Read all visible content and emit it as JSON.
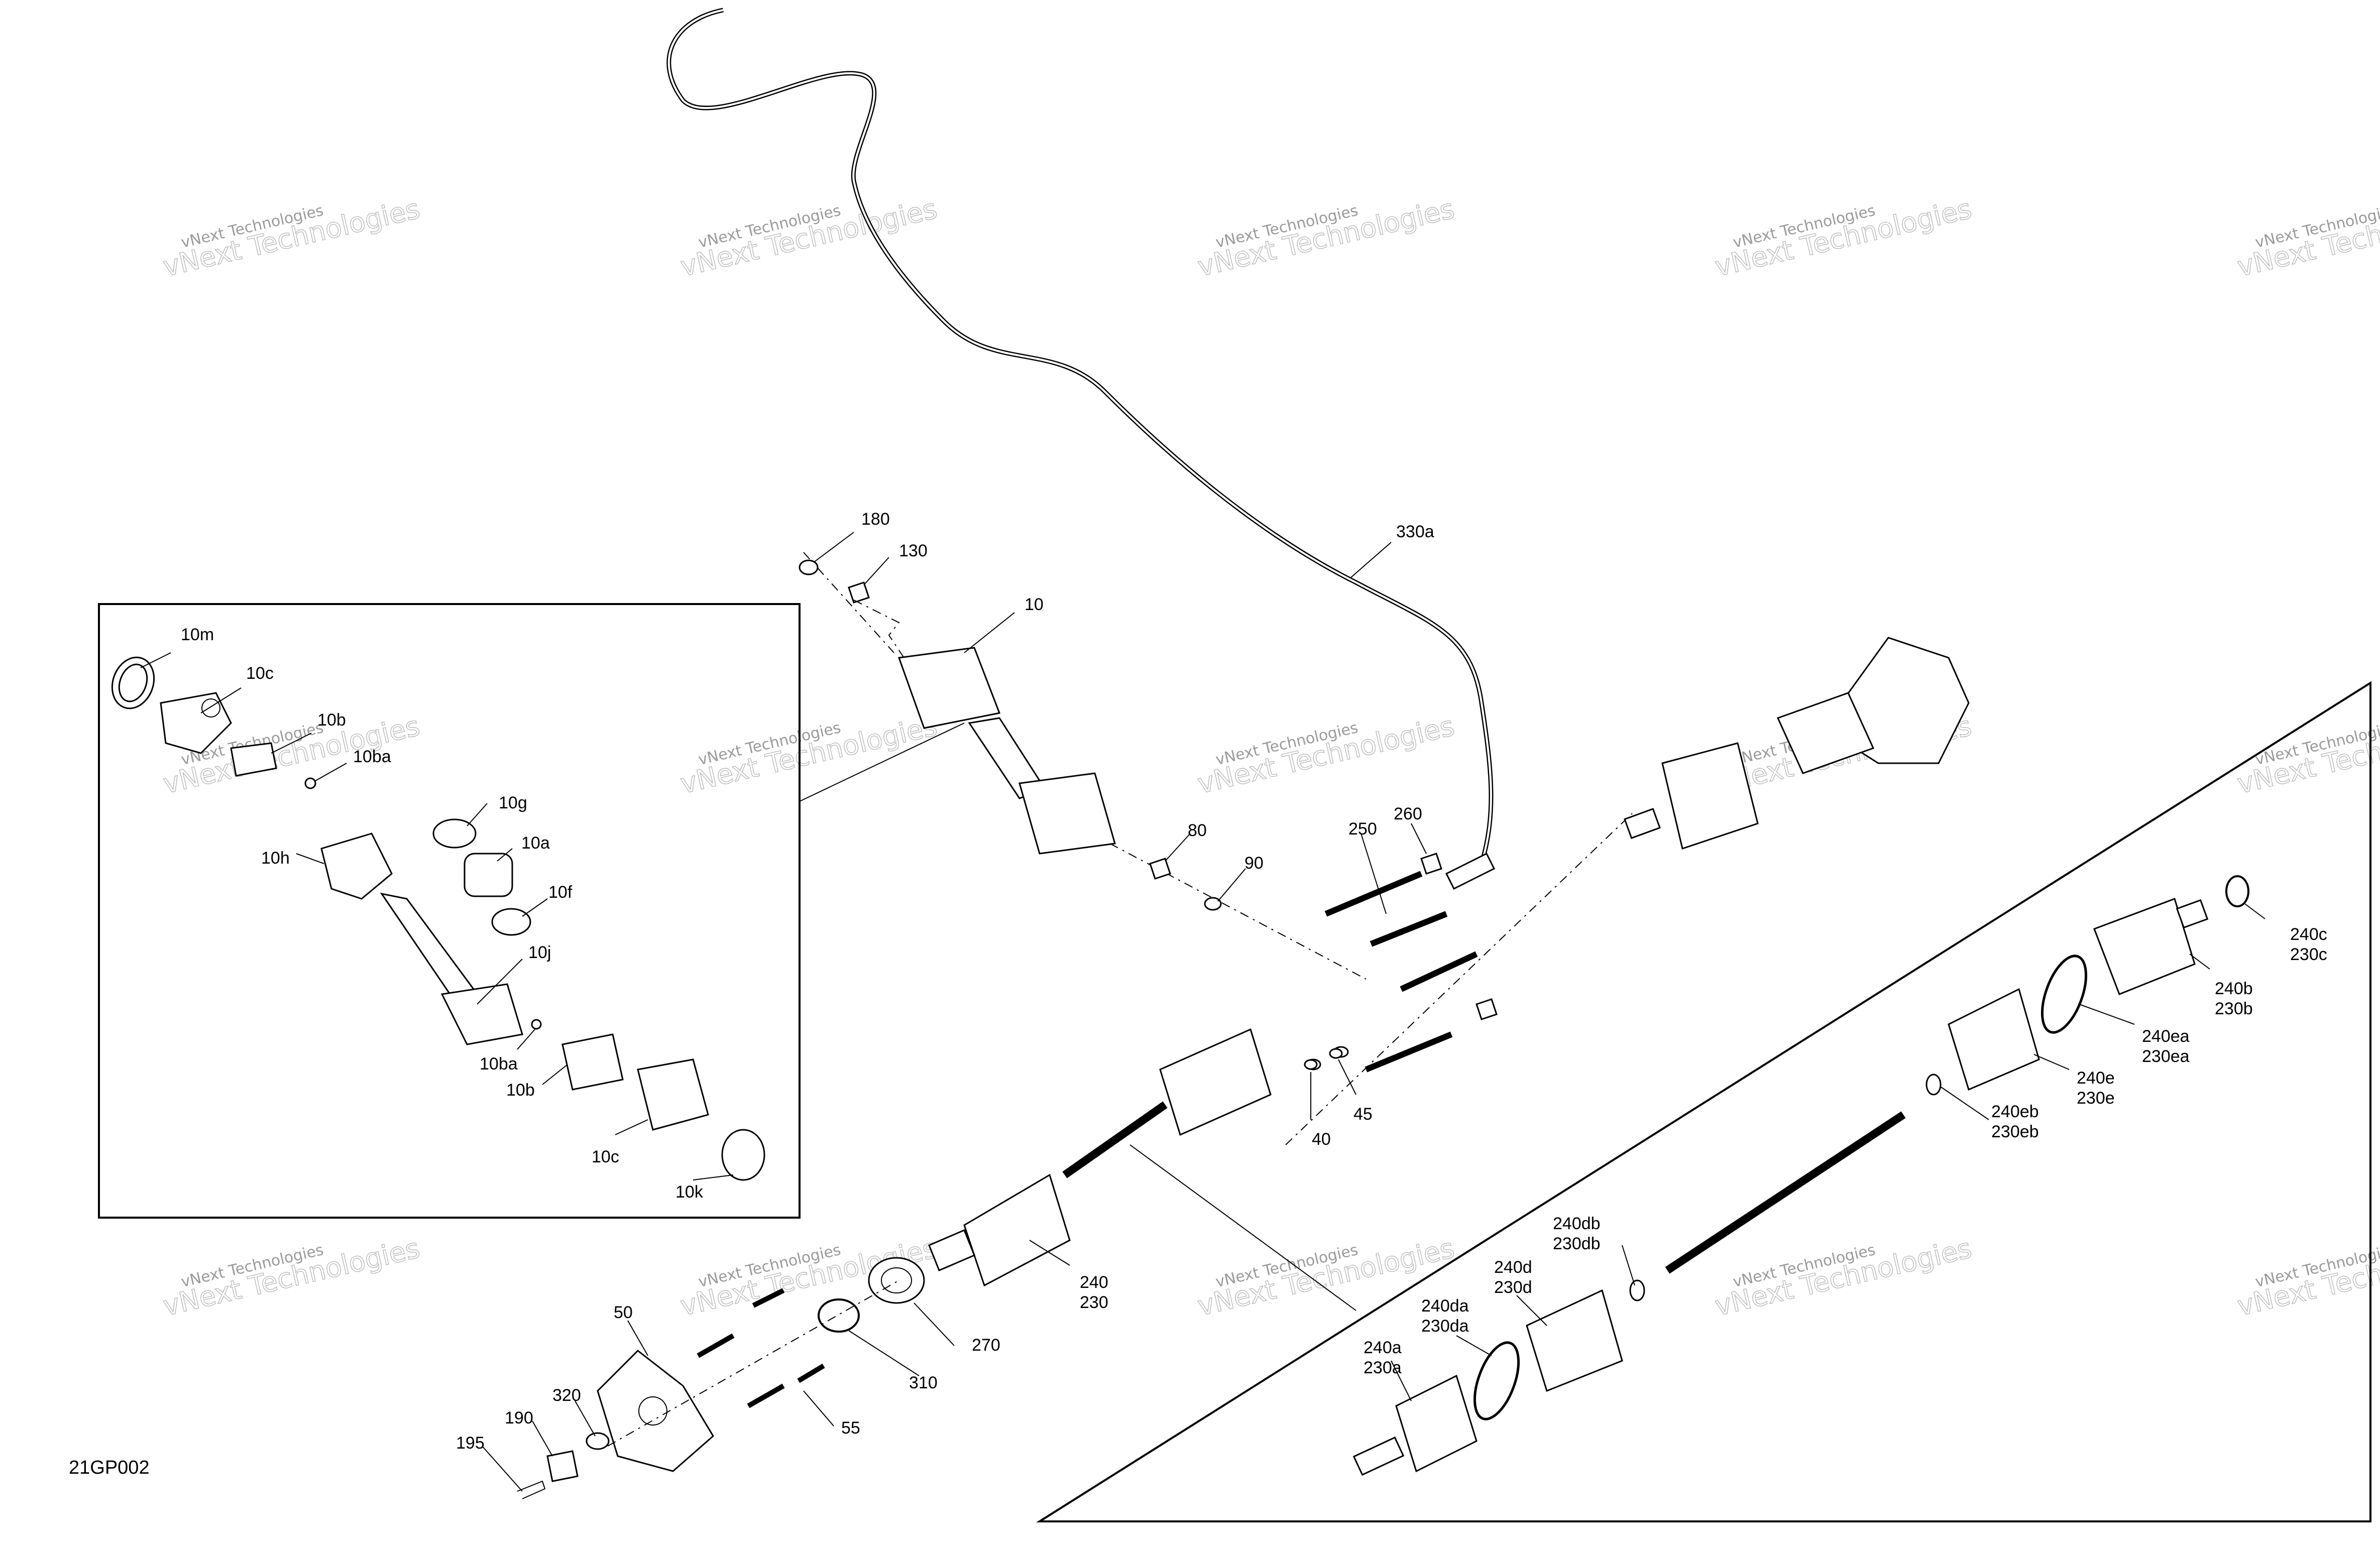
{
  "diagram_code": "21GP002",
  "watermark": {
    "line1": "vNext Technologies",
    "line2": "vNext Technologies"
  },
  "callouts": {
    "c180": "180",
    "c130": "130",
    "c10": "10",
    "c330a": "330a",
    "c80": "80",
    "c90": "90",
    "c250": "250",
    "c260": "260",
    "c40": "40",
    "c45": "45",
    "c240": "240",
    "c230": "230",
    "c270": "270",
    "c310": "310",
    "c50": "50",
    "c55": "55",
    "c190": "190",
    "c195": "195",
    "c320": "320",
    "c10m": "10m",
    "c10c_top": "10c",
    "c10b_top": "10b",
    "c10ba_top": "10ba",
    "c10g": "10g",
    "c10a": "10a",
    "c10h": "10h",
    "c10f": "10f",
    "c10j": "10j",
    "c10ba_bot": "10ba",
    "c10b_bot": "10b",
    "c10c_bot": "10c",
    "c10k": "10k",
    "c240c": "240c",
    "c230c": "230c",
    "c240b": "240b",
    "c230b": "230b",
    "c240ea": "240ea",
    "c230ea": "230ea",
    "c240e": "240e",
    "c230e": "230e",
    "c240eb": "240eb",
    "c230eb": "230eb",
    "c240db": "240db",
    "c230db": "230db",
    "c240d": "240d",
    "c230d": "230d",
    "c240da": "240da",
    "c230da": "230da",
    "c240a": "240a",
    "c230a": "230a"
  }
}
